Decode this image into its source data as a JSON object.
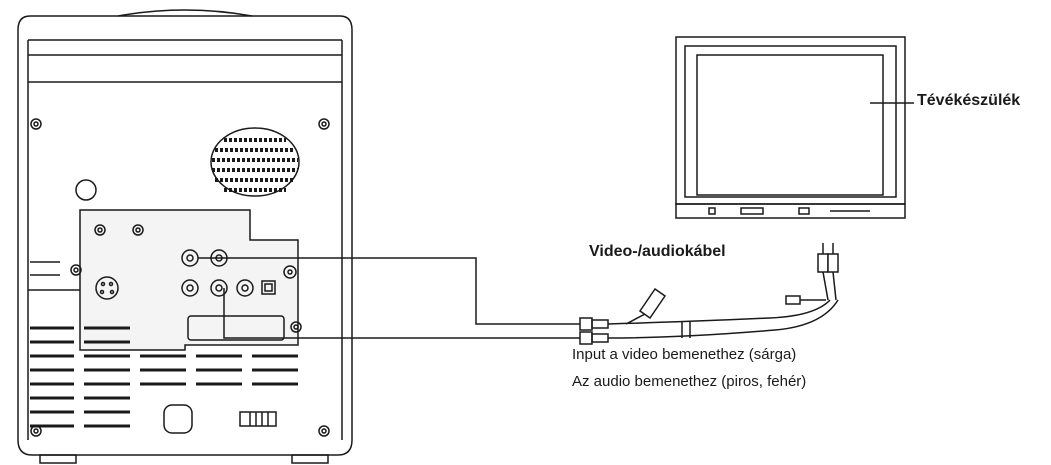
{
  "labels": {
    "tv": "Tévékészülék",
    "cable": "Video-/audiokábel",
    "video_input": "Input a video bemenethez (sárga)",
    "audio_input": "Az audio bemenethez (piros, fehér)"
  },
  "colors": {
    "line": "#1a1a1a",
    "panel_fill": "#f4f4f4"
  }
}
